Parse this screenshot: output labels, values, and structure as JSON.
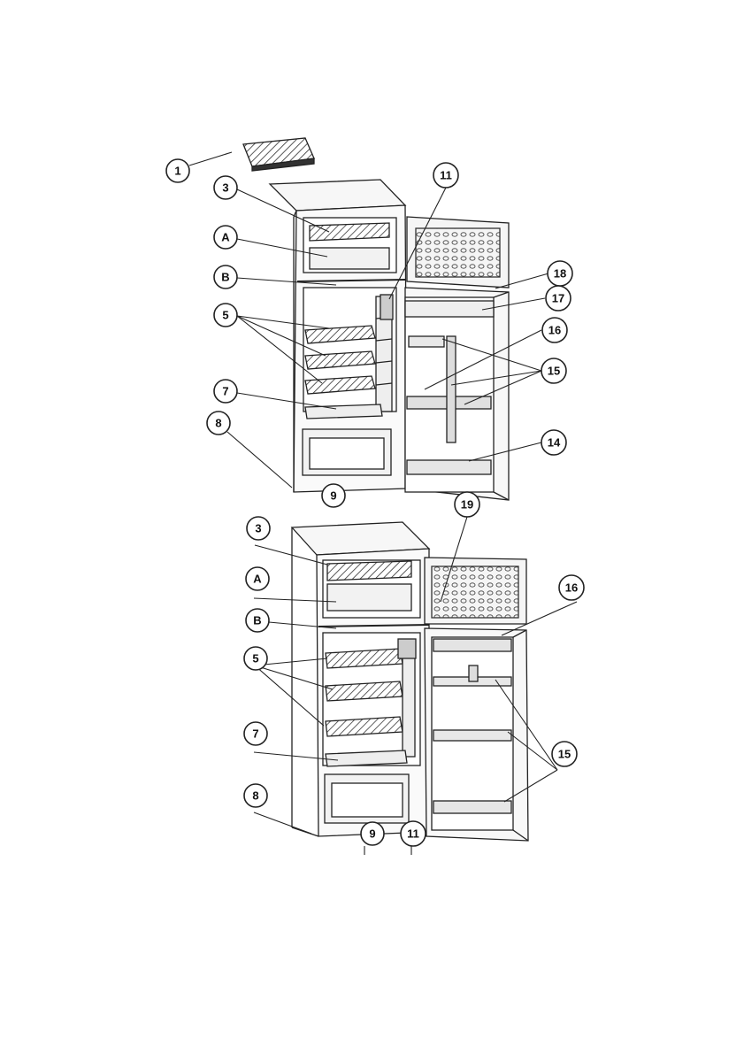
{
  "callouts": {
    "c1": "1",
    "c3a": "3",
    "cAa": "A",
    "cBa": "B",
    "c5a": "5",
    "c7a": "7",
    "c8a": "8",
    "c9a": "9",
    "c11a": "11",
    "c18": "18",
    "c17": "17",
    "c16a": "16",
    "c15a": "15",
    "c14": "14",
    "c19": "19",
    "c3b": "3",
    "cAb": "A",
    "cBb": "B",
    "c5b": "5",
    "c7b": "7",
    "c8b": "8",
    "c9b": "9",
    "c11b": "11",
    "c16b": "16",
    "c15b": "15"
  },
  "colors": {
    "line": "#222222",
    "hatch": "#444444",
    "fill": "#f4f4f4",
    "fillDark": "#d8d8d8"
  }
}
